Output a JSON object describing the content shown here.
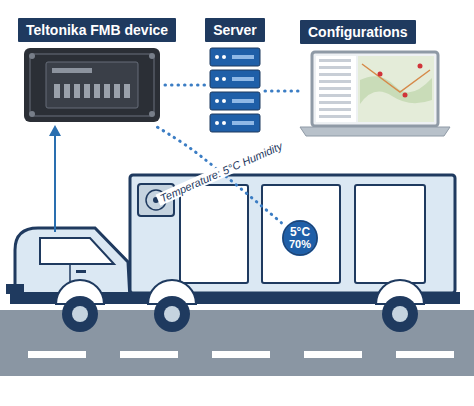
{
  "diagram": {
    "nodes": [
      {
        "text": [
          "Teltonika FMB device"
        ]
      },
      {
        "text": [
          "Server"
        ]
      },
      {
        "text": [
          "Configurations"
        ]
      },
      {
        "text": [
          "5°C",
          "70%"
        ]
      }
    ],
    "edges": [
      {
        "from": 0,
        "to": 1,
        "arrow": "none"
      },
      {
        "from": 1,
        "to": 2,
        "arrow": "none"
      },
      {
        "from": 3,
        "to": 0,
        "arrow": "none",
        "label": "Temperature: 5°C Humidity"
      }
    ]
  }
}
